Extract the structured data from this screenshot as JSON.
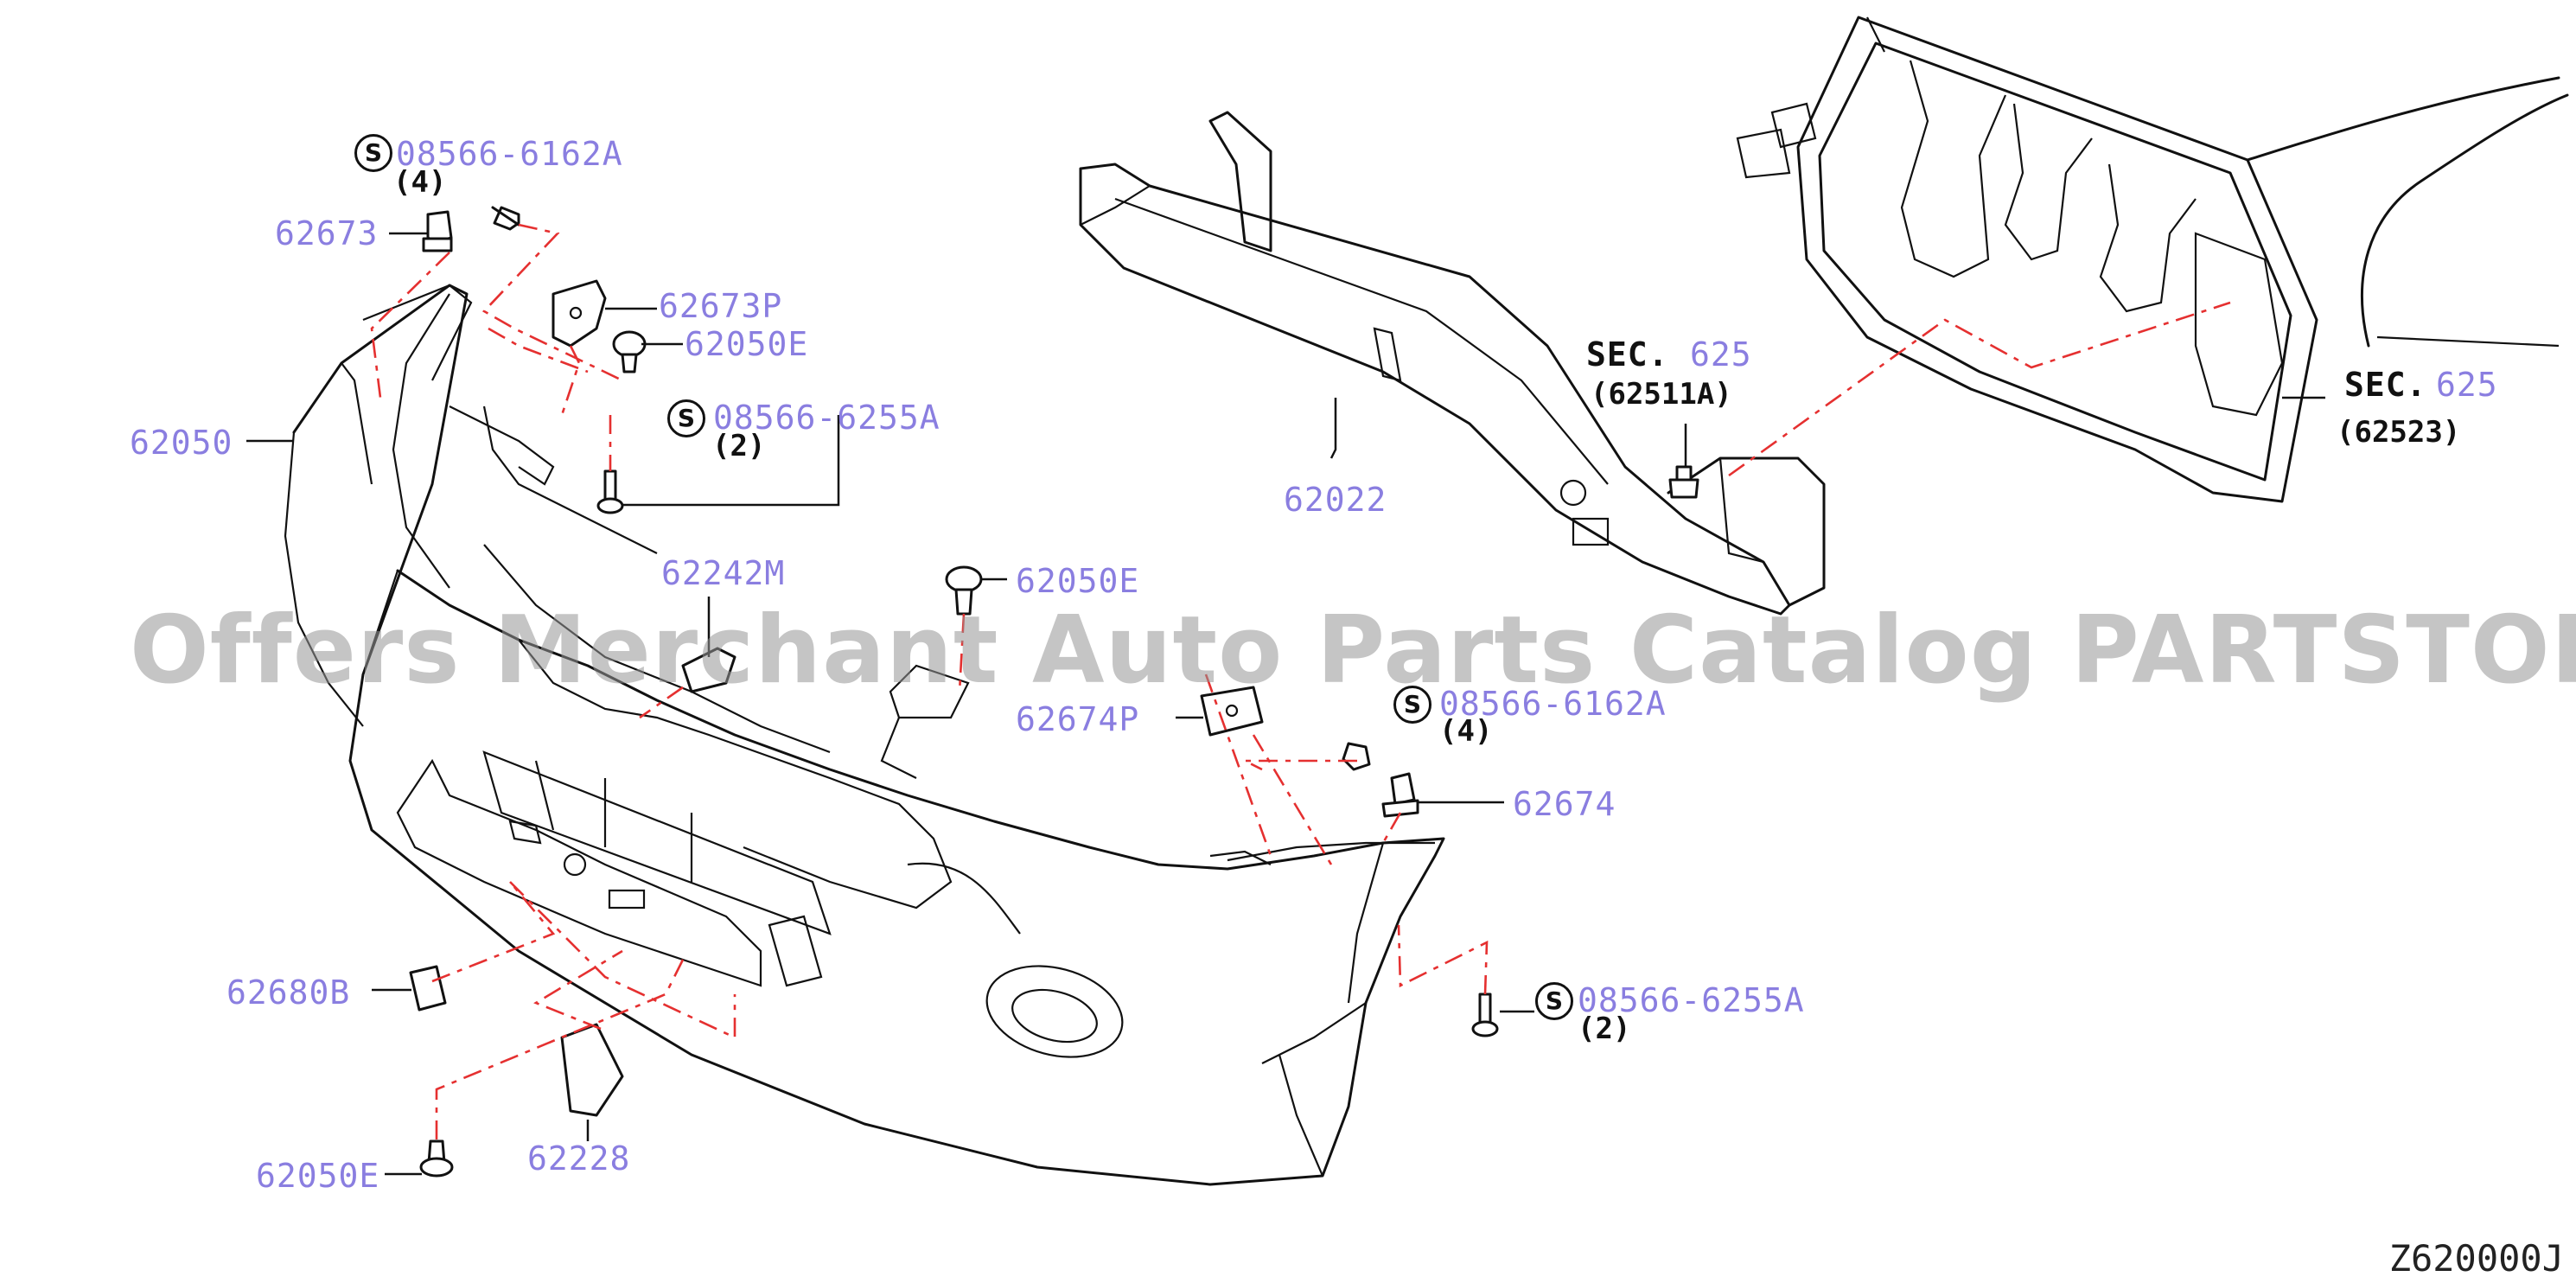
{
  "callouts": {
    "screw_upper_left": "08566-6162A",
    "screw_upper_left_qty": "(4)",
    "clip_62673": "62673",
    "bracket_62673P": "62673P",
    "clip_62050E_upper": "62050E",
    "screw_mid": "08566-6255A",
    "screw_mid_qty": "(2)",
    "bumper_fascia": "62050",
    "bracket_62242M": "62242M",
    "clip_62050E_center": "62050E",
    "bracket_62674P": "62674P",
    "screw_right": "08566-6162A",
    "screw_right_qty": "(4)",
    "clip_62674": "62674",
    "screw_lower_right": "08566-6255A",
    "screw_lower_right_qty": "(2)",
    "clip_62680B": "62680B",
    "cover_62228": "62228",
    "clip_62050E_lower": "62050E",
    "reinforcement": "62022",
    "sec_left_label": "SEC.",
    "sec_left_num": "625",
    "sec_left_ref": "(62511A)",
    "sec_right_label": "SEC.",
    "sec_right_num": "625",
    "sec_right_ref": "(62523)",
    "standard_part_symbol": "S"
  },
  "watermark": "Offers Merchant Auto Parts Catalog PARTSTORE.SA",
  "diagram_code": "Z620000J",
  "colors": {
    "callout_text": "#8a7ee0",
    "line_art": "#111111",
    "assembly_guide": "#e53030",
    "background": "#ffffff"
  }
}
